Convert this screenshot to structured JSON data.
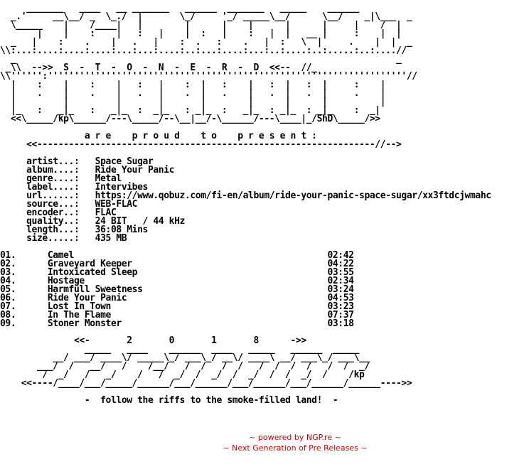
{
  "nfo": {
    "lines": [
      "     _______   ____   __ _______   ______  _______   _____    ______",
      "  _.'     __\\__/ _  \\_./  |       \\_/     '_/ _____\\__/      \\__/    _|\\___  _",
      "  \\_____    |    /____|   |        |      |    |      |      |     |    /  |",
      "       |    |    :    |   :   |    |  :   |    :   |  |   __ |     :    |  |",
      "  _   |    :    .    |   .   |    :  .   :    .   |  :   \\  |     .    |  |  _",
      "\\\\:...:....:....:....:...:...:....:..:...:....:...:..:....:..:.....:..:....//",
      "  _                                                                        _",
      " _\\\\  -->>  S  -  T  -  O  -  N  -  E  -  R  -  D  <<--  //_",
      "\\\\'''''':''''''''''''''''''''''''''''''''''''''''''''''''''''''''''''''''''''//",
      "  |    :    |    :    |   :   |    :  |   :    |   :  |   :  |     :    |",
      "  |    .    |    .    |   .   |    .  |   .    |   .  |   .  |     .    |",
      "  |         |         |       |       |        |      |      |          |",
      "  |_   :   _|_   :   _|_  :  _|_   : _|_  :   _|_  : _|_  : _|_    :  _|",
      "  <<\\_____/kp\\______/---\\_____/--\\__|__/-\\______/---\\____|_/ShD\\_____/>>",
      "",
      "                a r e    p r o u d    t o    p r e s e n t :",
      "     <<----------------------------------------------------------------//-->",
      "",
      "     artist...:   Space Sugar",
      "     album....:   Ride Your Panic",
      "     genre....:   Metal",
      "     label....:   Intervibes",
      "     url......:   https://www.qobuz.com/fi-en/album/ride-your-panic-space-sugar/xx3ftdcjwmahc",
      "     source...:   WEB-FLAC",
      "     encoder..:   FLAC",
      "     quality..:   24 BIT   / 44 kHz",
      "     length...:   36:08 Mins",
      "     size.....:   435 MB",
      "",
      "01.      Camel                                                02:42",
      "02.      Graveyard Keeper                                     04:22",
      "03.      Intoxicated Sleep                                    03:55",
      "04.      Hostage                                              02:34",
      "05.      Harmfull Sweetness                                   03:24",
      "06.      Ride Your Panic                                      04:53",
      "07.      Lost In Town                                         03:23",
      "08.      In The Flame                                         07:37",
      "09.      Stoner Monster                                       03:18",
      "",
      "              <<-       2       0       1       8      ->>",
      "                _____   ____    ______  ____   _____   ______  _____",
      "          __/ ___/ ____\\/ _____\\_/ ___\\_/ __\\/ ____\\ __/ ___\\_/ ___\\__",
      "       ___/  /   __/   /    /__/   /  /   /  /   /  /  /  /   /  /  _/",
      "        /  _/   /   _/    /   /  _/  /  _/  /  _/  /  /  _/  /    /kp",
      "    <<----/____/___/_____/______/___/______/___/______/___/______/______---->>",
      "",
      "                -  follow the riffs to the smoke-filled land!  -"
    ]
  },
  "footer": {
    "line1": "~ powered by NGP.re ~",
    "line2": "~ Next Generation of Pre Releases ~"
  }
}
